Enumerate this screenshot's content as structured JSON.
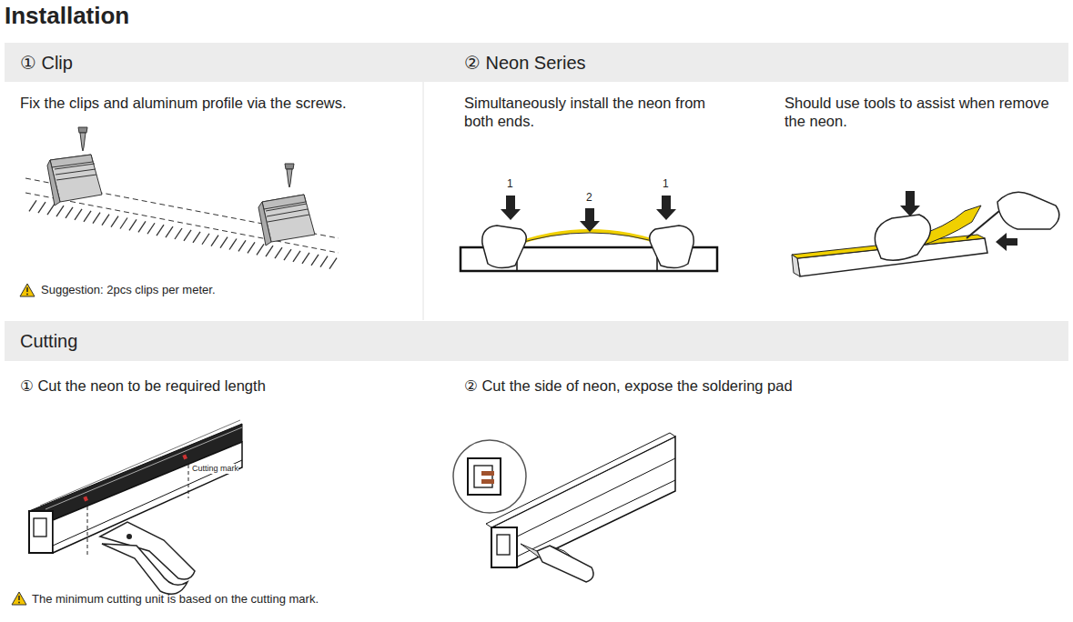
{
  "diagram": {
    "title": "Installation",
    "nodes": [
      {
        "text": [
          "① Clip"
        ]
      },
      {
        "text": [
          "② Neon Series"
        ]
      },
      {
        "text": [
          "Cutting"
        ]
      }
    ],
    "labels": [
      "Fix the clips and aluminum profile via the screws.",
      "Suggestion: 2pcs clips per meter.",
      "Simultaneously install the neon from both ends.",
      "1",
      "2",
      "1",
      "Should use tools to assist when remove the neon.",
      "① Cut the neon to be required length",
      "Cutting mark",
      "The minimum cutting unit is based on the cutting mark.",
      "② Cut the side of neon, expose the soldering pad"
    ]
  }
}
